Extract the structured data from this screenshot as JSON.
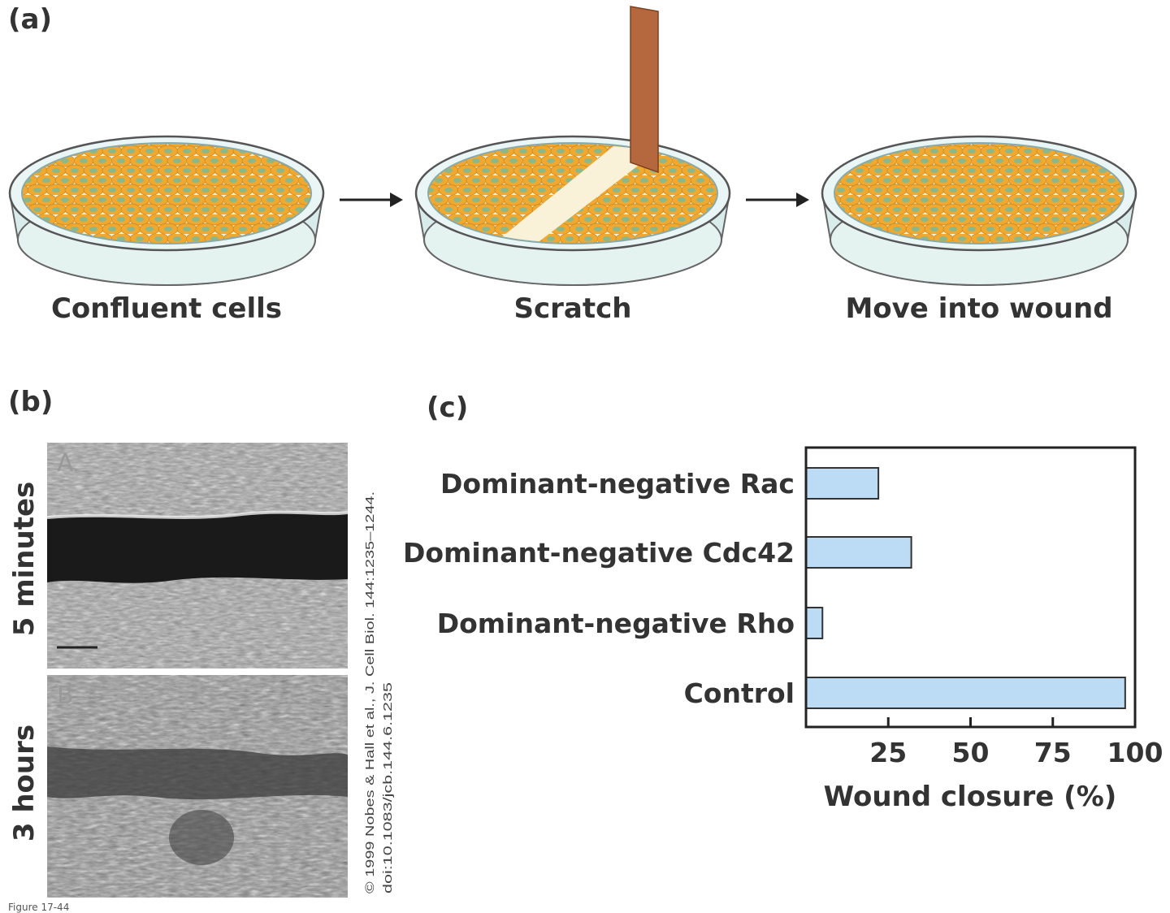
{
  "panels": {
    "a": "(a)",
    "b": "(b)",
    "c": "(c)"
  },
  "step_labels": [
    "Confluent cells",
    "Scratch",
    "Move into wound"
  ],
  "micrographs": [
    {
      "letter": "A",
      "time_label": "5 minutes"
    },
    {
      "letter": "B",
      "time_label": "3 hours"
    }
  ],
  "credit": {
    "line1": "© 1999 Nobes & Hall et al., J. Cell Biol. 144:1235–1244.",
    "line2": "doi:10.1083/jcb.144.6.1235"
  },
  "figure_number": "Figure 17-44",
  "colors": {
    "cell_orange": "#f0a830",
    "cell_green": "#8ab88a",
    "dish_glass": "#d8ecec",
    "scraper": "#b5683d",
    "bar_fill": "#bcdcf5",
    "bar_stroke": "#333333"
  },
  "chart_data": {
    "type": "bar",
    "orientation": "horizontal",
    "categories": [
      "Dominant-negative Rac",
      "Dominant-negative Cdc42",
      "Dominant-negative Rho",
      "Control"
    ],
    "values": [
      22,
      32,
      5,
      97
    ],
    "xlabel": "Wound closure (%)",
    "xlim": [
      0,
      100
    ],
    "xticks": [
      25,
      50,
      75,
      100
    ],
    "grid": false
  }
}
